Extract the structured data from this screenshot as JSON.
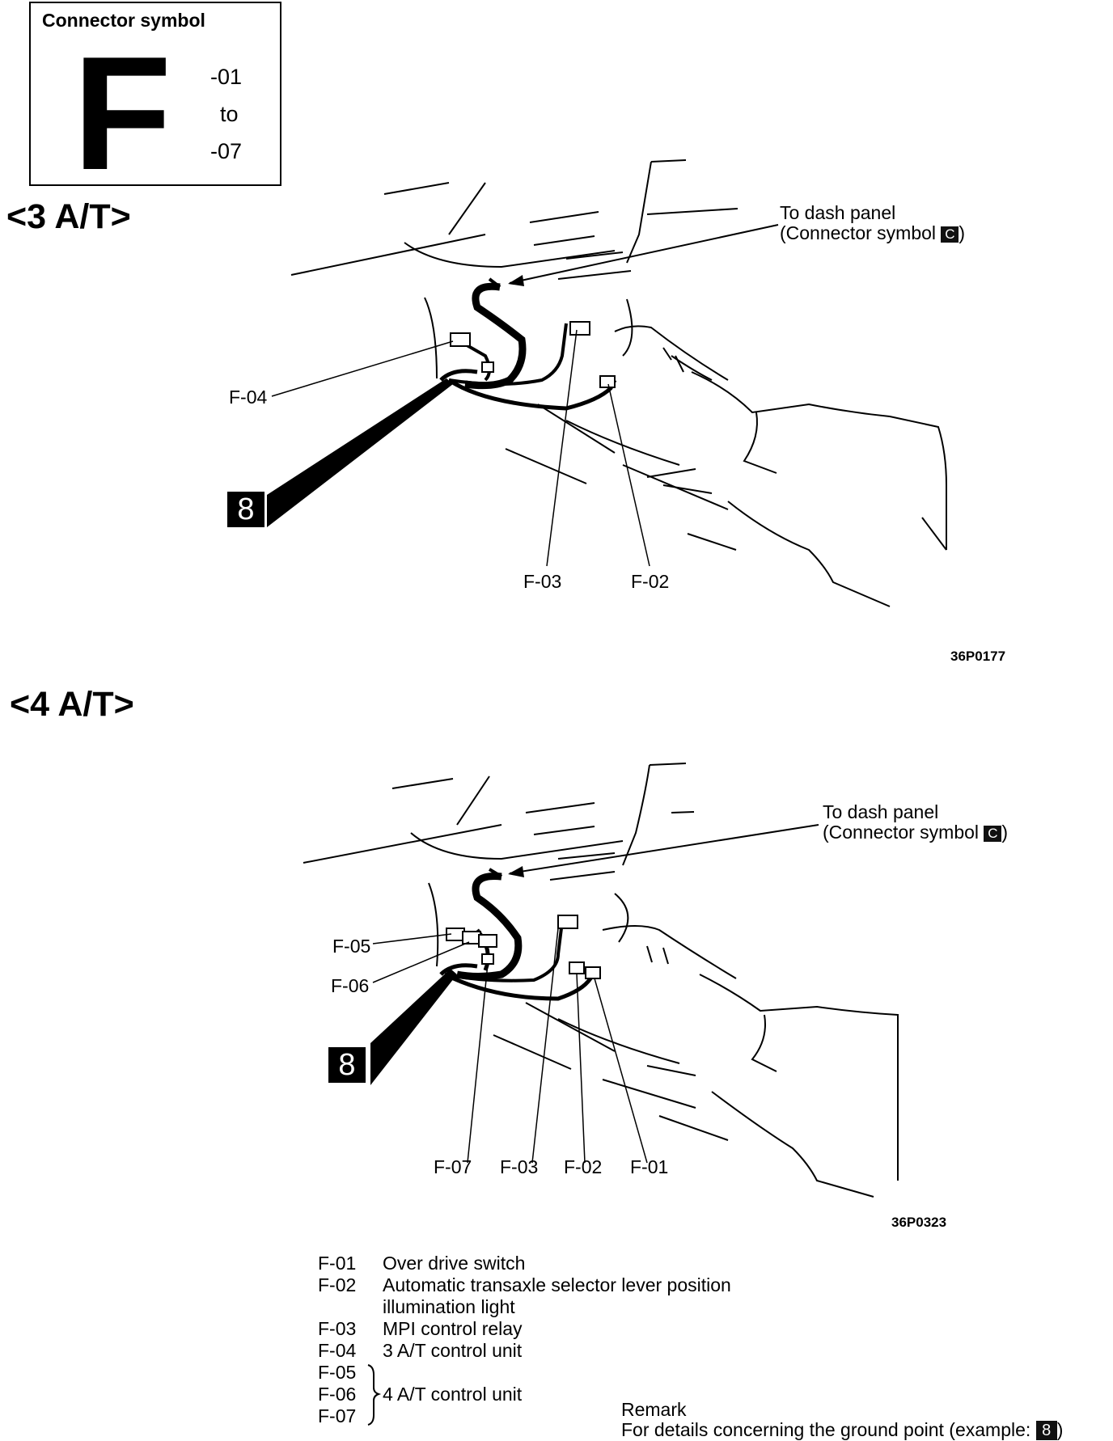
{
  "connector_box": {
    "title": "Connector symbol",
    "letter": "F",
    "range_start": "-01",
    "range_mid": "to",
    "range_end": "-07"
  },
  "diagram_3at": {
    "title": "<3 A/T>",
    "dash_line1": "To dash panel",
    "dash_line2_prefix": "(Connector symbol ",
    "dash_symbol": "C",
    "dash_line2_suffix": ")",
    "labels": [
      "F-04",
      "F-03",
      "F-02"
    ],
    "ground": "8",
    "figure_ref": "36P0177"
  },
  "diagram_4at": {
    "title": "<4 A/T>",
    "dash_line1": "To dash panel",
    "dash_line2_prefix": "(Connector symbol ",
    "dash_symbol": "C",
    "dash_line2_suffix": ")",
    "labels": [
      "F-05",
      "F-06",
      "F-07",
      "F-03",
      "F-02",
      "F-01"
    ],
    "ground": "8",
    "figure_ref": "36P0323"
  },
  "legend": [
    {
      "code": "F-01",
      "desc": "Over drive switch"
    },
    {
      "code": "F-02",
      "desc": "Automatic transaxle selector lever position"
    },
    {
      "code": "",
      "desc": "illumination light"
    },
    {
      "code": "F-03",
      "desc": "MPI control relay"
    },
    {
      "code": "F-04",
      "desc": "3 A/T control unit"
    },
    {
      "code": "F-05",
      "desc": ""
    },
    {
      "code": "F-06",
      "desc": "4 A/T control unit"
    },
    {
      "code": "F-07",
      "desc": ""
    }
  ],
  "remark": {
    "title": "Remark",
    "text": "For details concerning the ground point (example: ",
    "symbol": "8",
    "suffix": ")"
  }
}
